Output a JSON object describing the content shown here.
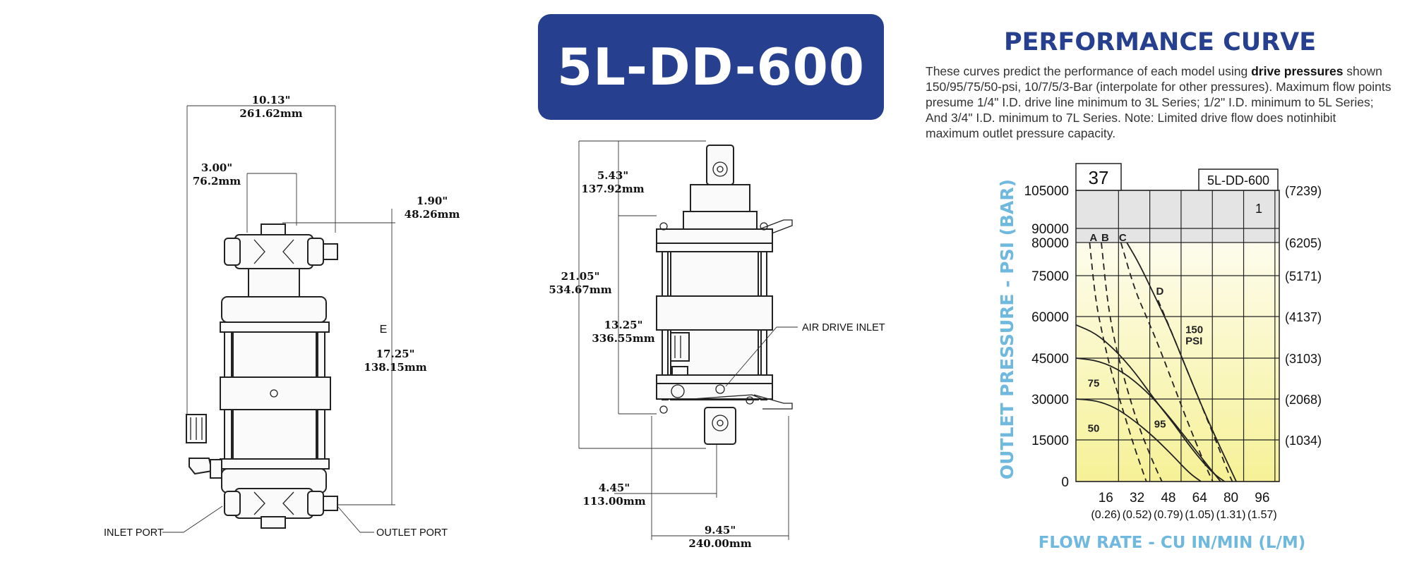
{
  "model_title": "5L-DD-600",
  "perf_title": "PERFORMANCE CURVE",
  "description": {
    "intro": "These curves predict the performance of each model using ",
    "bold": "drive pressures",
    "rest": " shown 150/95/75/50-psi, 10/7/5/3-Bar (interpolate for other pressures). Maximum flow points presume 1/4\" I.D. drive line minimum to 3L Series; 1/2\" I.D. minimum to 5L Series; And 3/4\" I.D. minimum to 7L Series. Note: Limited drive flow does notinhibit maximum outlet pressure capacity."
  },
  "drawing_left": {
    "dim_width_in": "10.13\"",
    "dim_width_mm": "261.62mm",
    "dim_a_in": "3.00\"",
    "dim_a_mm": "76.2mm",
    "dim_b_in": "1.90\"",
    "dim_b_mm": "48.26mm",
    "dim_h_in": "17.25\"",
    "dim_h_mm": "138.15mm",
    "marker": "E",
    "inlet": "INLET PORT",
    "outlet": "OUTLET PORT"
  },
  "drawing_right": {
    "dim_a_in": "5.43\"",
    "dim_a_mm": "137.92mm",
    "dim_h_in": "21.05\"",
    "dim_h_mm": "534.67mm",
    "dim_c_in": "13.25\"",
    "dim_c_mm": "336.55mm",
    "dim_d_in": "4.45\"",
    "dim_d_mm": "113.00mm",
    "dim_w_in": "9.45\"",
    "dim_w_mm": "240.00mm",
    "air": "AIR DRIVE INLET"
  },
  "chart_data": {
    "type": "line",
    "page_number": "37",
    "model_box": "5L-DD-600",
    "region_label": "1",
    "ylabel": "OUTLET PRESSURE - PSI (BAR)",
    "xlabel": "FLOW RATE - CU IN/MIN (L/M)",
    "ylim": [
      0,
      105000
    ],
    "xlim": [
      0,
      104
    ],
    "y_ticks": [
      {
        "v": 105000,
        "label": "105000",
        "bar": "(7239)"
      },
      {
        "v": 90000,
        "label": "90000",
        "bar": ""
      },
      {
        "v": 80000,
        "label": "80000",
        "bar": "(6205)"
      },
      {
        "v": 75000,
        "label": "75000",
        "bar": "(5171)"
      },
      {
        "v": 60000,
        "label": "60000",
        "bar": "(4137)"
      },
      {
        "v": 45000,
        "label": "45000",
        "bar": "(3103)"
      },
      {
        "v": 30000,
        "label": "30000",
        "bar": "(2068)"
      },
      {
        "v": 15000,
        "label": "15000",
        "bar": "(1034)"
      },
      {
        "v": 0,
        "label": "0",
        "bar": ""
      }
    ],
    "x_ticks": [
      {
        "v": 16,
        "label": "16",
        "sub": "(0.26)"
      },
      {
        "v": 32,
        "label": "32",
        "sub": "(0.52)"
      },
      {
        "v": 48,
        "label": "48",
        "sub": "(0.79)"
      },
      {
        "v": 64,
        "label": "64",
        "sub": "(1.05)"
      },
      {
        "v": 80,
        "label": "80",
        "sub": "(1.31)"
      },
      {
        "v": 96,
        "label": "96",
        "sub": "(1.57)"
      }
    ],
    "series": [
      {
        "name": "150 PSI",
        "dashed": false,
        "points": [
          [
            26,
            80000
          ],
          [
            32,
            77000
          ],
          [
            40,
            68000
          ],
          [
            48,
            56000
          ],
          [
            56,
            42000
          ],
          [
            64,
            28000
          ],
          [
            72,
            15000
          ],
          [
            80,
            3000
          ],
          [
            82,
            0
          ]
        ]
      },
      {
        "name": "95",
        "dashed": false,
        "points": [
          [
            0,
            45000
          ],
          [
            12,
            44000
          ],
          [
            24,
            40000
          ],
          [
            36,
            33000
          ],
          [
            46,
            25000
          ],
          [
            56,
            16000
          ],
          [
            66,
            7000
          ],
          [
            74,
            0
          ]
        ]
      },
      {
        "name": "75",
        "dashed": false,
        "points": [
          [
            0,
            57000
          ],
          [
            10,
            54000
          ],
          [
            20,
            48000
          ],
          [
            30,
            40000
          ],
          [
            40,
            30000
          ],
          [
            50,
            21000
          ],
          [
            60,
            11000
          ],
          [
            70,
            3000
          ],
          [
            76,
            0
          ]
        ]
      },
      {
        "name": "50",
        "dashed": false,
        "points": [
          [
            0,
            30000
          ],
          [
            10,
            29500
          ],
          [
            20,
            27000
          ],
          [
            30,
            22000
          ],
          [
            40,
            16000
          ],
          [
            50,
            9000
          ],
          [
            58,
            3000
          ],
          [
            64,
            0
          ]
        ]
      },
      {
        "name": "A",
        "dashed": true,
        "points": [
          [
            7,
            80000
          ],
          [
            10,
            66000
          ],
          [
            14,
            52000
          ],
          [
            18,
            40000
          ],
          [
            24,
            26000
          ],
          [
            30,
            12000
          ],
          [
            36,
            0
          ]
        ]
      },
      {
        "name": "B",
        "dashed": true,
        "points": [
          [
            13,
            80000
          ],
          [
            16,
            66000
          ],
          [
            20,
            50000
          ],
          [
            26,
            34000
          ],
          [
            32,
            20000
          ],
          [
            40,
            6000
          ],
          [
            44,
            0
          ]
        ]
      },
      {
        "name": "C",
        "dashed": true,
        "points": [
          [
            23,
            80000
          ],
          [
            30,
            70000
          ],
          [
            36,
            60000
          ],
          [
            42,
            50000
          ],
          [
            50,
            35000
          ],
          [
            58,
            20000
          ],
          [
            66,
            6000
          ],
          [
            70,
            0
          ]
        ]
      },
      {
        "name": "D",
        "dashed": true,
        "points": [
          [
            42,
            66000
          ],
          [
            48,
            56000
          ],
          [
            56,
            42000
          ],
          [
            64,
            28000
          ],
          [
            72,
            14000
          ],
          [
            78,
            3000
          ],
          [
            80,
            0
          ]
        ]
      }
    ],
    "curve_labels": [
      {
        "text": "A",
        "x": 7,
        "y": 81000
      },
      {
        "text": "B",
        "x": 13,
        "y": 81000
      },
      {
        "text": "C",
        "x": 22,
        "y": 81000
      },
      {
        "text": "D",
        "x": 41,
        "y": 68000
      },
      {
        "text": "150",
        "x": 56,
        "y": 54000
      },
      {
        "text": "PSI",
        "x": 56,
        "y": 50000
      },
      {
        "text": "75",
        "x": 6,
        "y": 34500
      },
      {
        "text": "95",
        "x": 40,
        "y": 19500
      },
      {
        "text": "50",
        "x": 6,
        "y": 18000
      }
    ]
  }
}
